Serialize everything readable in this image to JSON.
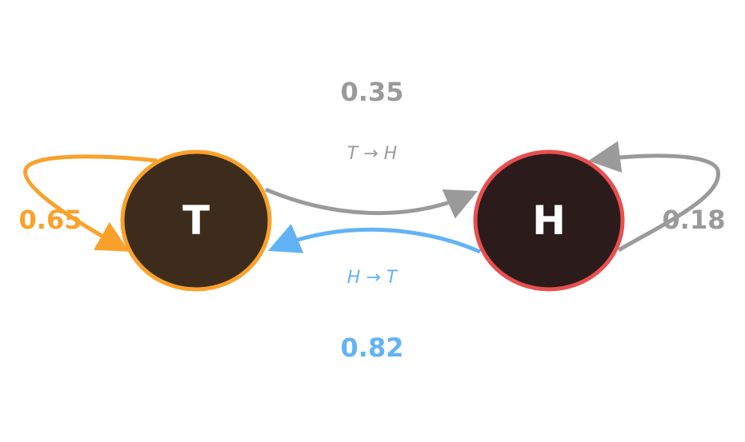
{
  "nodes": {
    "t": {
      "label": "T",
      "fill": "#3d2c1b",
      "stroke": "#f9a12a"
    },
    "h": {
      "label": "H",
      "fill": "#2b1b1b",
      "stroke": "#e84f4f"
    }
  },
  "edges": {
    "t_to_h": {
      "probability": "0.35",
      "caption": "T → H",
      "color": "#9a9a9a"
    },
    "h_to_t": {
      "probability": "0.82",
      "caption": "H → T",
      "color": "#62b3f5"
    },
    "t_self": {
      "probability": "0.65",
      "color": "#f9a12a"
    },
    "h_self": {
      "probability": "0.18",
      "color": "#9a9a9a"
    }
  }
}
